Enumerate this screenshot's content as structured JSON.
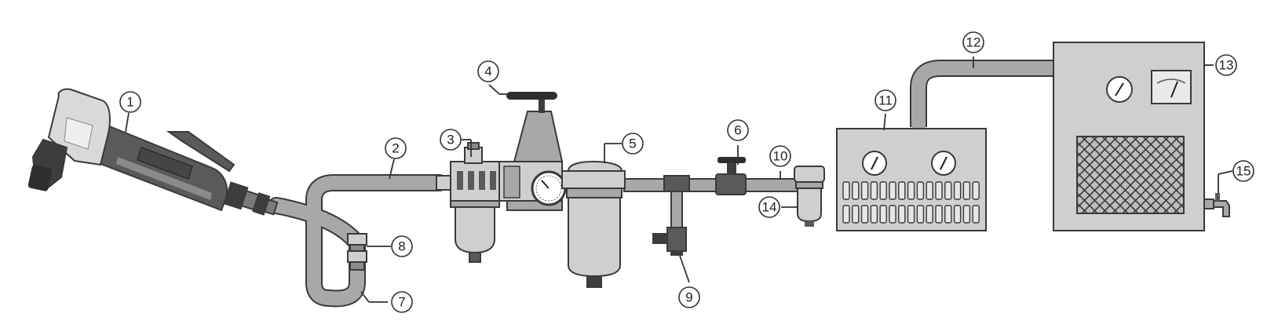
{
  "colors": {
    "hose": "#a8a8a8",
    "component": "#cfcfcf",
    "tool_dark": "#5a5a5a",
    "tool_light": "#d9d9d9",
    "outline": "#3a3a3a",
    "background": "#ffffff"
  },
  "labels": [
    "1",
    "2",
    "3",
    "4",
    "5",
    "6",
    "7",
    "8",
    "9",
    "10",
    "11",
    "12",
    "13",
    "14",
    "15"
  ]
}
